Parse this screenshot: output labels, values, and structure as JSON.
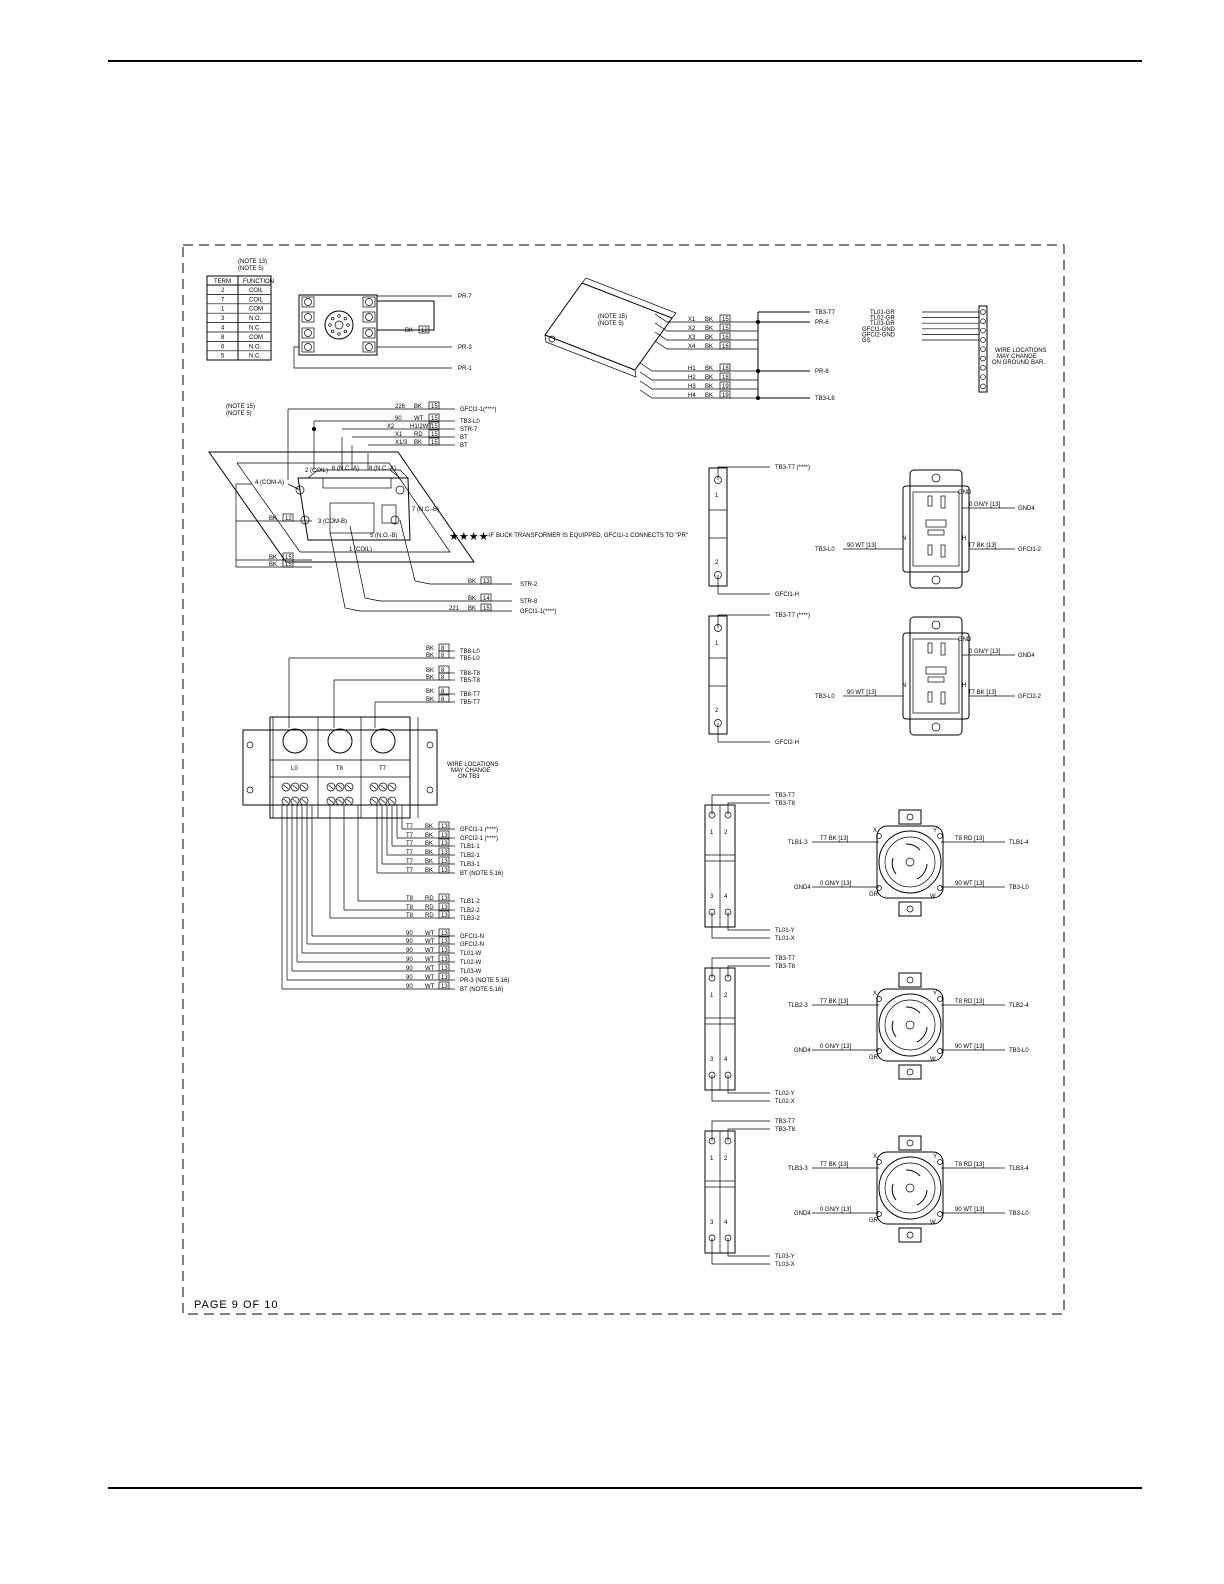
{
  "page": {
    "footer": "PAGE 9 OF 10"
  },
  "relay_table": {
    "notes": [
      "(NOTE 13)",
      "(NOTE 5)"
    ],
    "headers": [
      "TERM",
      "FUNCTION"
    ],
    "rows": [
      [
        "2",
        "COIL"
      ],
      [
        "7",
        "COIL"
      ],
      [
        "1",
        "COM"
      ],
      [
        "3",
        "N.O."
      ],
      [
        "4",
        "N.C."
      ],
      [
        "8",
        "COM"
      ],
      [
        "6",
        "N.O."
      ],
      [
        "5",
        "N.C."
      ]
    ]
  },
  "relay_base": {
    "wire_labels": [
      "PR-7",
      "PR-3",
      "PR-1"
    ],
    "jumper": "BK",
    "jumper_tag": "12"
  },
  "transformer": {
    "notes": [
      "(NOTE 15)",
      "(NOTE 5)"
    ],
    "rows": [
      {
        "term": "X1",
        "color": "BK",
        "tag": "15"
      },
      {
        "term": "X2",
        "color": "BK",
        "tag": "15"
      },
      {
        "term": "X3",
        "color": "BK",
        "tag": "16"
      },
      {
        "term": "X4",
        "color": "BK",
        "tag": "16"
      },
      {
        "term": "H1",
        "color": "BK",
        "tag": "18"
      },
      {
        "term": "H2",
        "color": "BK",
        "tag": "18"
      },
      {
        "term": "H3",
        "color": "BK",
        "tag": "19"
      },
      {
        "term": "H4",
        "color": "BK",
        "tag": "19"
      }
    ],
    "dest": [
      "TB3-T7",
      "PR-6",
      "PR-8",
      "TB3-L6"
    ]
  },
  "ground_bar": {
    "labels": [
      "TL01-GR",
      "TL02-GR",
      "TL03-GR",
      "GFCI1-GND",
      "GFCI2-GND",
      "GS"
    ],
    "note": [
      "WIRE LOCATIONS",
      "MAY CHANGE",
      "ON GROUND BAR."
    ]
  },
  "relay_detail": {
    "notes": [
      "(NOTE 15)",
      "(NOTE 5)"
    ],
    "top_wires": [
      {
        "num": "226",
        "color": "BK",
        "tag": "15",
        "dest": "GFCI2-1(****)"
      },
      {
        "num": "90",
        "color": "WT",
        "tag": "15",
        "dest": "TB3-L0"
      },
      {
        "num": "X2",
        "color": "H1/2WT",
        "tag": "15",
        "dest": "STR-7"
      },
      {
        "num": "X1",
        "color": "RD",
        "tag": "15",
        "dest": "BT"
      },
      {
        "num": "X1/3",
        "color": "BK",
        "tag": "15",
        "dest": "BT"
      }
    ],
    "terminals": [
      "2 (COIL)",
      "6 (N.C.-A)",
      "8 (N.C.-A)",
      "4 (COM-A)",
      "7 (N.C.-B)",
      "3 (COM-B)",
      "5 (N.O.-B)",
      "1 (COIL)"
    ],
    "side_wires": [
      {
        "color": "BK",
        "tag": "12"
      },
      {
        "color": "BK",
        "tag": "15"
      },
      {
        "color": "BK",
        "tag": "15"
      }
    ],
    "bottom_wires": [
      {
        "num": "",
        "color": "BK",
        "tag": "13",
        "dest": "STR-2"
      },
      {
        "num": "",
        "color": "BK",
        "tag": "14",
        "dest": "STR-8"
      },
      {
        "num": "221",
        "color": "BK",
        "tag": "15",
        "dest": "GFCI1-1(****)"
      }
    ]
  },
  "buck_note": "-IF BUCK TRANSFORMER IS EQUIPPED, GFCI1/-1 CONNECTS TO \"PR\"",
  "buck_stars": "★★★★",
  "terminal_block": {
    "top_wires": [
      {
        "color": "BK",
        "tag": "8",
        "dest": "TB8-L0"
      },
      {
        "color": "BK",
        "tag": "8",
        "dest": "TB5-L0"
      },
      {
        "color": "BK",
        "tag": "8",
        "dest": "TB8-T8"
      },
      {
        "color": "BK",
        "tag": "8",
        "dest": "TB5-T8"
      },
      {
        "color": "BK",
        "tag": "8",
        "dest": "TB8-T7"
      },
      {
        "color": "BK",
        "tag": "8",
        "dest": "TB5-T7"
      }
    ],
    "lugs": [
      "L0",
      "T8",
      "T7"
    ],
    "note": [
      "WIRE LOCATIONS",
      "MAY CHANGE",
      "ON TB3"
    ],
    "bottom_wires": [
      {
        "num": "T7",
        "color": "BK",
        "tag": "13",
        "dest": "GFCI1-1 (****)"
      },
      {
        "num": "T7",
        "color": "BK",
        "tag": "13",
        "dest": "GFCI2-1 (****)"
      },
      {
        "num": "T7",
        "color": "BK",
        "tag": "13",
        "dest": "TLB1-1"
      },
      {
        "num": "T7",
        "color": "BK",
        "tag": "13",
        "dest": "TLB2-1"
      },
      {
        "num": "T7",
        "color": "BK",
        "tag": "13",
        "dest": "TLB3-1"
      },
      {
        "num": "T7",
        "color": "BK",
        "tag": "13",
        "dest": "BT (NOTE 5,16)"
      },
      {
        "num": "T8",
        "color": "RD",
        "tag": "13",
        "dest": "TLB1-2"
      },
      {
        "num": "T8",
        "color": "RD",
        "tag": "13",
        "dest": "TLB2-2"
      },
      {
        "num": "T8",
        "color": "RD",
        "tag": "13",
        "dest": "TLB3-2"
      },
      {
        "num": "90",
        "color": "WT",
        "tag": "13",
        "dest": "GFCI1-N"
      },
      {
        "num": "90",
        "color": "WT",
        "tag": "13",
        "dest": "GFCI2-N"
      },
      {
        "num": "90",
        "color": "WT",
        "tag": "13",
        "dest": "TL01-W"
      },
      {
        "num": "90",
        "color": "WT",
        "tag": "13",
        "dest": "TL02-W"
      },
      {
        "num": "90",
        "color": "WT",
        "tag": "13",
        "dest": "TL03-W"
      },
      {
        "num": "90",
        "color": "WT",
        "tag": "13",
        "dest": "PR-3 (NOTE 5,16)"
      },
      {
        "num": "90",
        "color": "WT",
        "tag": "13",
        "dest": "BT (NOTE 5,16)"
      }
    ]
  },
  "gfci_breakers": [
    {
      "top": "TB3-T7 (****)",
      "bottom": "GFCI1-H",
      "p1": "1",
      "p2": "2"
    },
    {
      "top": "TB3-T7 (****)",
      "bottom": "GFCI2-H",
      "p1": "1",
      "p2": "2"
    }
  ],
  "gfci_outlets": [
    {
      "gnd": "GND",
      "gnd_wire": "0 GN/Y [13]",
      "gnd_dest": "GND4",
      "left_src": "TB3-L0",
      "left_wire": "90 WT [13]",
      "right_wire": "T7 BK [13]",
      "right_dest": "GFCI1-2",
      "n": "N",
      "h": "H"
    },
    {
      "gnd": "GND",
      "gnd_wire": "0 GN/Y [13]",
      "gnd_dest": "GND4",
      "left_src": "TB3-L0",
      "left_wire": "90 WT [13]",
      "right_wire": "T7 BK [13]",
      "right_dest": "GFCI2-2",
      "n": "N",
      "h": "H"
    }
  ],
  "twistlock_breakers": [
    {
      "top": [
        "TB3-T7",
        "TB3-T8"
      ],
      "bottom": [
        "TL01-Y",
        "TL01-X"
      ],
      "p": [
        "1",
        "2",
        "3",
        "4"
      ]
    },
    {
      "top": [
        "TB3-T7",
        "TB3-T8"
      ],
      "bottom": [
        "TL02-Y",
        "TL02-X"
      ],
      "p": [
        "1",
        "2",
        "3",
        "4"
      ]
    },
    {
      "top": [
        "TB3-T7",
        "TB3-T8"
      ],
      "bottom": [
        "TL03-Y",
        "TL03-X"
      ],
      "p": [
        "1",
        "2",
        "3",
        "4"
      ]
    }
  ],
  "twistlock_outlets": [
    {
      "lsrc": "TLB1-3",
      "lwire": "T7 BK [13]",
      "rwire": "T8 RD [13]",
      "rdest": "TLB1-4",
      "gsrc": "GND4",
      "gwire": "0 GN/Y [13]",
      "nwire": "90 WT [13]",
      "ndest": "TB3-L0",
      "x": "X",
      "y": "Y",
      "w": "W",
      "gr": "GR"
    },
    {
      "lsrc": "TLB2-3",
      "lwire": "T7 BK [13]",
      "rwire": "T8 RD [13]",
      "rdest": "TLB2-4",
      "gsrc": "GND4",
      "gwire": "0 GN/Y [13]",
      "nwire": "90 WT [13]",
      "ndest": "TB3-L0",
      "x": "X",
      "y": "Y",
      "w": "W",
      "gr": "GR"
    },
    {
      "lsrc": "TLB3-3",
      "lwire": "T7 BK [13]",
      "rwire": "T8 RD [13]",
      "rdest": "TLB3-4",
      "gsrc": "GND4",
      "gwire": "0 GN/Y [13]",
      "nwire": "90 WT [13]",
      "ndest": "TB3-L0",
      "x": "X",
      "y": "Y",
      "w": "W",
      "gr": "GR"
    }
  ]
}
